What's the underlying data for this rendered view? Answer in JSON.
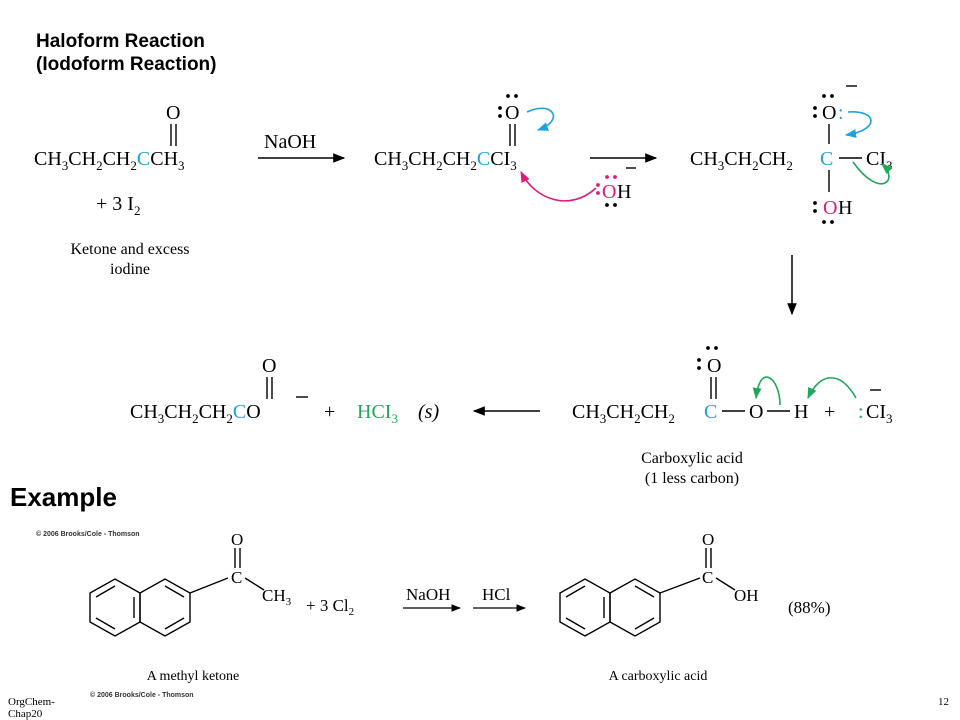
{
  "title_line1": "Haloform Reaction",
  "title_line2": "(Iodoform Reaction)",
  "reagent_naoh": "NaOH",
  "reactant_iodine": "+ 3 I",
  "caption_ketone_line1": "Ketone and excess",
  "caption_ketone_line2": "iodine",
  "caption_acid_line1": "Carboxylic acid",
  "caption_acid_line2": "(1 less carbon)",
  "product_hcl3_state": "(s)",
  "example_heading": "Example",
  "example_reagent1": "NaOH",
  "example_reagent2": "HCl",
  "example_yield": "(88%)",
  "example_caption_left": "A methyl ketone",
  "example_caption_right": "A carboxylic acid",
  "copyright_top": "© 2006 Brooks/Cole - Thomson",
  "copyright_bottom": "© 2006 Brooks/Cole - Thomson",
  "footer_left_line1": "OrgChem-",
  "footer_left_line2": "Chap20",
  "footer_page": "12",
  "colors": {
    "cyan": "#1ba3dc",
    "magenta": "#e0197d",
    "green": "#21a65a"
  }
}
